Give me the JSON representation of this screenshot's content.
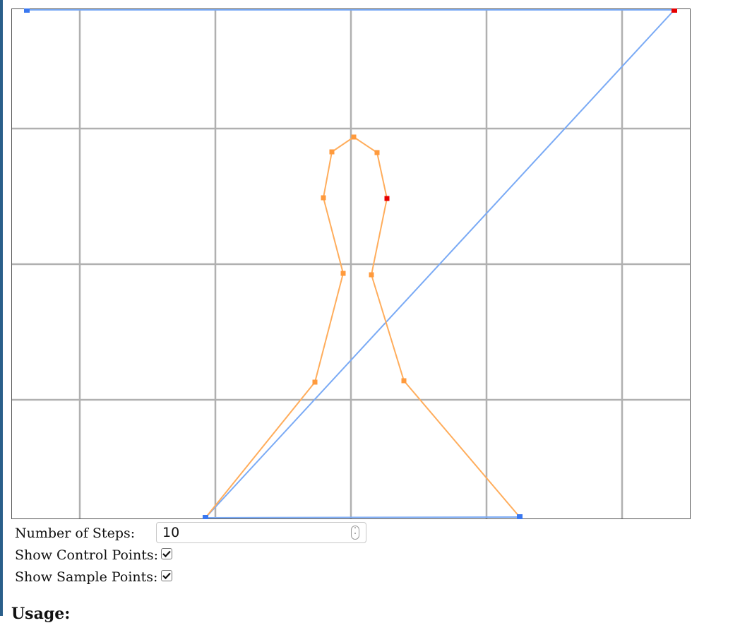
{
  "controls": {
    "steps_label": "Number of Steps:",
    "steps_value": "10",
    "show_control_label": "Show Control Points:",
    "show_control_checked": true,
    "show_sample_label": "Show Sample Points:",
    "show_sample_checked": true
  },
  "usage_heading": "Usage:",
  "colors": {
    "grid": "#b0b0b0",
    "control": "#7aaaf5",
    "control_point": "#3a78f0",
    "curve": "#ffad5c",
    "sample_point": "#ff9a3c",
    "selected_point": "#e60000",
    "accent": "#2a5f8a"
  },
  "icons": [
    "spinner-icon",
    "checkmark-icon"
  ]
}
